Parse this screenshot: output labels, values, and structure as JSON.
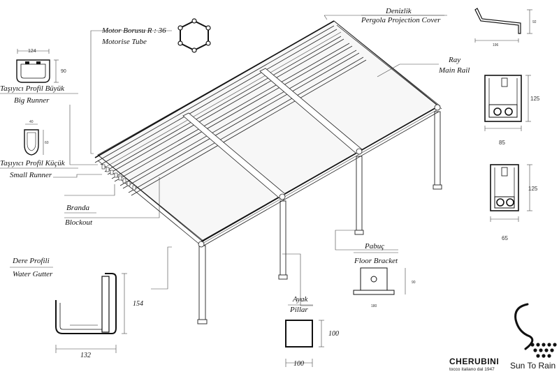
{
  "labels": {
    "denizlik_tr": "Denizlik",
    "denizlik_en": "Pergola Projection Cover",
    "motor_tr": "Motor Borusu R : 36",
    "motor_en": "Motorise Tube",
    "ray_tr": "Ray",
    "ray_en": "Main Rail",
    "big_runner_tr": "Taşıyıcı Profil Büyük",
    "big_runner_en": "Big Runner",
    "small_runner_tr": "Taşıyıcı Profil Küçük",
    "small_runner_en": "Small Runner",
    "branda_tr": "Branda",
    "branda_en": "Blockout",
    "pabuc_tr": "Pabuç",
    "pabuc_en": "Floor Bracket",
    "dere_tr": "Dere Profili",
    "dere_en": "Water Gutter",
    "ayak_tr": "Ayak",
    "ayak_en": "Pillar"
  },
  "dimensions": {
    "big_runner_w": "124",
    "big_runner_h": "90",
    "small_runner_w": "40",
    "small_runner_h": "60",
    "cover_w": "196",
    "cover_h": "92",
    "rail1_h": "125",
    "rail1_w": "85",
    "rail2_h": "125",
    "rail2_w": "65",
    "gutter_h": "154",
    "gutter_w": "132",
    "bracket_h": "90",
    "bracket_w": "180",
    "pillar_h": "100",
    "pillar_w": "100"
  },
  "brand": {
    "name": "CHERUBINI",
    "tagline": "tocco italiano dal 1947",
    "partner": "Sun To Rain"
  }
}
